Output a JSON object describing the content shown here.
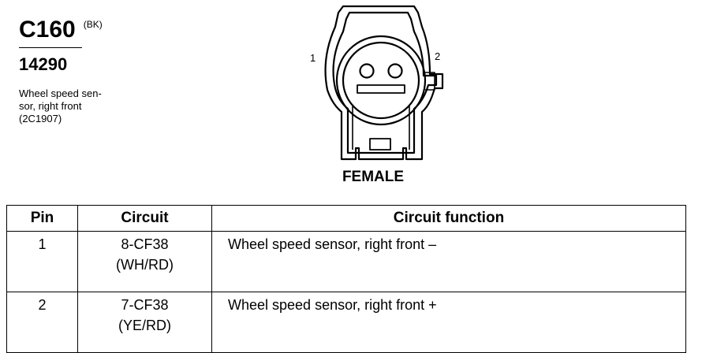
{
  "connector": {
    "id": "C160",
    "color_code": "(BK)",
    "part_number": "14290",
    "description_lines": [
      "Wheel speed sen-",
      "sor, right front",
      "(2C1907)"
    ],
    "gender_label": "FEMALE",
    "pin_labels": [
      "1",
      "2"
    ]
  },
  "table": {
    "headers": [
      "Pin",
      "Circuit",
      "Circuit function"
    ],
    "rows": [
      {
        "pin": "1",
        "circuit": "8-CF38",
        "wire_color": "(WH/RD)",
        "function": "Wheel speed sensor, right front  –"
      },
      {
        "pin": "2",
        "circuit": "7-CF38",
        "wire_color": "(YE/RD)",
        "function": "Wheel speed sensor, right front  +"
      }
    ]
  }
}
